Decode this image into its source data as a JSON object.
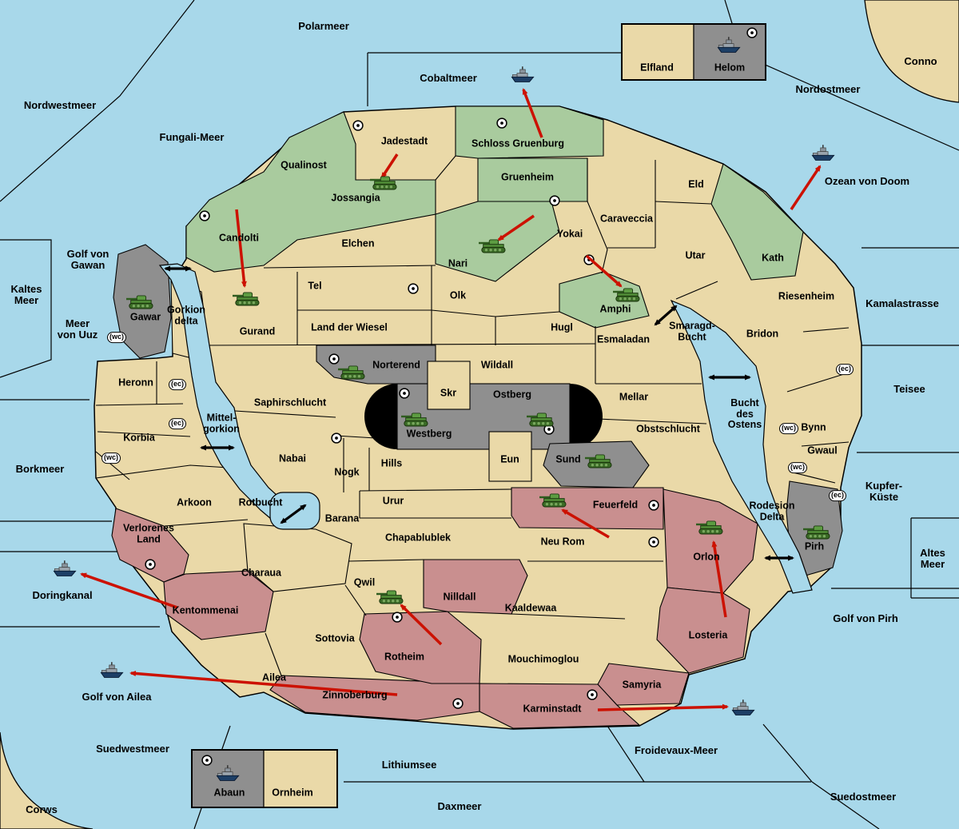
{
  "palette": {
    "sea": "#a8d8ea",
    "land": "#ead9a8",
    "green": "#a9cb9e",
    "gray": "#8f8f8f",
    "red": "#c98f8f",
    "black": "#000000",
    "arrow_red": "#cc1100",
    "tank_green": "#4f8a36",
    "ship_blue": "#1d3f66"
  },
  "seas": {
    "polarmeer": "Polarmeer",
    "nordwestmeer": "Nordwestmeer",
    "fungali": "Fungali-Meer",
    "cobaltmeer": "Cobaltmeer",
    "nordostmeer": "Nordostmeer",
    "conno": "Conno",
    "kaltes_meer": "Kaltes\nMeer",
    "golf_von_gawan": "Golf von\nGawan",
    "meer_von_uuz": "Meer\nvon Uuz",
    "borkmeer": "Borkmeer",
    "teisee": "Teisee",
    "kamalastrasse": "Kamalastrasse",
    "ozean_von_doom": "Ozean von Doom",
    "kupfer_kueste": "Kupfer-\nKüste",
    "altes_meer": "Altes\nMeer",
    "golf_von_pirh": "Golf von Pirh",
    "doringkanal": "Doringkanal",
    "golf_von_ailea": "Golf von Ailea",
    "suedwestmeer": "Suedwestmeer",
    "corws": "Corws",
    "lithiumsee": "Lithiumsee",
    "daxmeer": "Daxmeer",
    "froidevaux": "Froidevaux-Meer",
    "suedostmeer": "Suedostmeer"
  },
  "territories": {
    "jadestadt": "Jadestadt",
    "schloss_gruenburg": "Schloss Gruenburg",
    "qualinost": "Qualinost",
    "jossangia": "Jossangia",
    "gruenheim": "Gruenheim",
    "caraveccia": "Caraveccia",
    "eld": "Eld",
    "candolti": "Candolti",
    "elchen": "Elchen",
    "yokai": "Yokai",
    "utar": "Utar",
    "kath": "Kath",
    "nari": "Nari",
    "tel": "Tel",
    "olk": "Olk",
    "amphi": "Amphi",
    "riesenheim": "Riesenheim",
    "gawar": "Gawar",
    "gorkion_delta": "Gorkion\ndelta",
    "gurand": "Gurand",
    "land_der_wiesel": "Land der Wiesel",
    "hugl": "Hugl",
    "esmaladan": "Esmaladan",
    "smaragd_bucht": "Smaragd-\nBucht",
    "bridon": "Bridon",
    "norterend": "Norterend",
    "wildall": "Wildall",
    "skr": "Skr",
    "ostberg": "Ostberg",
    "mellar": "Mellar",
    "bucht_des_ostens": "Bucht\ndes\nOstens",
    "heronn": "Heronn",
    "saphirschlucht": "Saphirschlucht",
    "westberg": "Westberg",
    "obstschlucht": "Obstschlucht",
    "bynn": "Bynn",
    "korbia": "Korbia",
    "mittelgorkion": "Mittel-\ngorkion",
    "nabai": "Nabai",
    "eun": "Eun",
    "sund": "Sund",
    "gwaul": "Gwaul",
    "hills": "Hills",
    "nogk": "Nogk",
    "urur": "Urur",
    "feuerfeld": "Feuerfeld",
    "rodesion_delta": "Rodesion\nDelta",
    "arkoon": "Arkoon",
    "rotbucht": "Rotbucht",
    "barana": "Barana",
    "chapablublek": "Chapablublek",
    "neu_rom": "Neu Rom",
    "orlon": "Orlon",
    "pirh": "Pirh",
    "verlorenes_land": "Verlorenes\nLand",
    "charaua": "Charaua",
    "qwil": "Qwil",
    "nilldall": "Nilldall",
    "kaaldewaa": "Kaaldewaa",
    "losteria": "Losteria",
    "kentommenai": "Kentommenai",
    "sottovia": "Sottovia",
    "rotheim": "Rotheim",
    "mouchimoglou": "Mouchimoglou",
    "ailea": "Ailea",
    "zinnoberburg": "Zinnoberburg",
    "karminstadt": "Karminstadt",
    "samyria": "Samyria",
    "elfland": "Elfland",
    "helom": "Helom",
    "abaun": "Abaun",
    "ornheim": "Ornheim"
  },
  "markers": {
    "wc": "(wc)",
    "ec": "(ec)"
  },
  "units": {
    "tanks": [
      "Jossangia",
      "Gurand",
      "Gawar",
      "Nari",
      "Amphi",
      "Norterend",
      "Westberg",
      "Ostberg",
      "Sund",
      "Feuerfeld",
      "Orlon",
      "Qwil",
      "Pirh"
    ],
    "ships": [
      "Cobaltmeer",
      "Ozean von Doom",
      "Helom",
      "Doringkanal",
      "Golf von Ailea",
      "Froidevaux-Meer",
      "Abaun"
    ]
  },
  "arrows": [
    {
      "from": "Jadestadt",
      "to": "Jossangia"
    },
    {
      "from": "Schloss Gruenburg",
      "to": "Cobaltmeer"
    },
    {
      "from": "Candolti",
      "to": "Gurand"
    },
    {
      "from": "Yokai",
      "to": "Nari"
    },
    {
      "from": "Yokai",
      "to": "Amphi"
    },
    {
      "from": "Kath",
      "to": "Ozean von Doom"
    },
    {
      "from": "Neu Rom",
      "to": "Feuerfeld"
    },
    {
      "from": "Losteria",
      "to": "Orlon"
    },
    {
      "from": "Rotheim",
      "to": "Qwil"
    },
    {
      "from": "Kentommenai",
      "to": "Doringkanal"
    },
    {
      "from": "Zinnoberburg",
      "to": "Golf von Ailea"
    },
    {
      "from": "Karminstadt",
      "to": "Froidevaux-Meer"
    }
  ],
  "crossings": [
    "Golf von Gawan",
    "Mittelgorkion",
    "Rotbucht",
    "Smaragd-Bucht",
    "Bucht des Ostens",
    "Rodesion Delta / Pirh"
  ]
}
